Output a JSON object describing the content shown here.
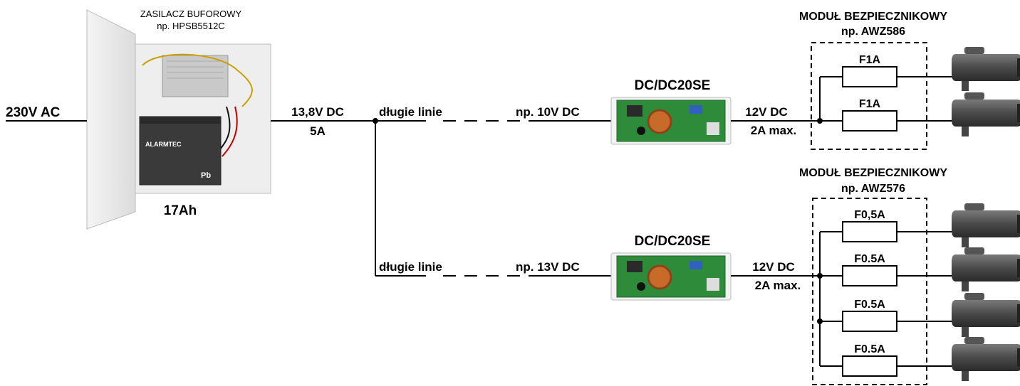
{
  "psu": {
    "title_line1": "ZASILACZ BUFOROWY",
    "title_line2": "np. HPSB5512C",
    "battery_brand": "ALARMTEC",
    "battery_capacity": "17Ah",
    "battery_chem": "Pb"
  },
  "input_label": "230V AC",
  "psu_output": {
    "voltage": "13,8V DC",
    "current": "5A"
  },
  "branches": [
    {
      "line_label": "długie linie",
      "voltage_label": "np. 10V DC",
      "converter": "DC/DC20SE",
      "out_voltage": "12V DC",
      "out_current": "2A max.",
      "module_title": "MODUŁ BEZPIECZNIKOWY",
      "module_model": "np. AWZ586",
      "fuses": [
        "F1A",
        "F1A"
      ]
    },
    {
      "line_label": "długie linie",
      "voltage_label": "np. 13V DC",
      "converter": "DC/DC20SE",
      "out_voltage": "12V DC",
      "out_current": "2A max.",
      "module_title": "MODUŁ BEZPIECZNIKOWY",
      "module_model": "np. AWZ576",
      "fuses": [
        "F0,5A",
        "F0.5A",
        "F0.5A",
        "F0.5A"
      ]
    }
  ],
  "icons": {
    "camera": "cctv-camera-icon",
    "converter": "dc-dc-converter-board-icon",
    "psu": "power-supply-enclosure-icon"
  },
  "colors": {
    "line": "#000000",
    "board_green": "#2e8b3a",
    "enclosure": "#e8e8e8",
    "battery": "#3a3a3a",
    "camera": "#4a4a4a"
  }
}
